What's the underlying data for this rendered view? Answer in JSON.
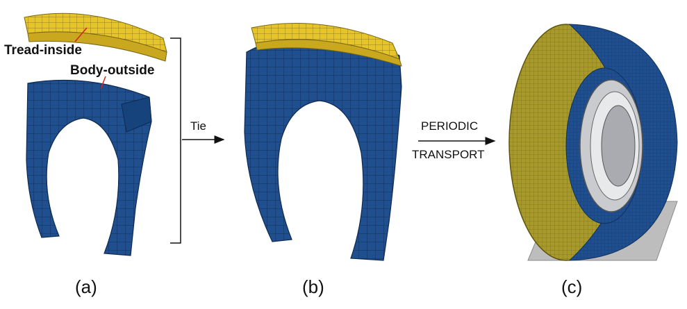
{
  "labels": {
    "tread_inside": "Tread-inside",
    "body_outside": "Body-outside",
    "tie": "Tie",
    "periodic_line1": "PERIODIC",
    "periodic_line2": "TRANSPORT"
  },
  "panels": [
    "(a)",
    "(b)",
    "(c)"
  ],
  "colors": {
    "body_blue": "#1f4f8f",
    "tread_yellow": "#e6c52a",
    "tire_olive": "#a89a2a",
    "rim_gray": "#c9cbce",
    "ground_gray": "#bdbdbd",
    "leader_red": "#d62020"
  }
}
